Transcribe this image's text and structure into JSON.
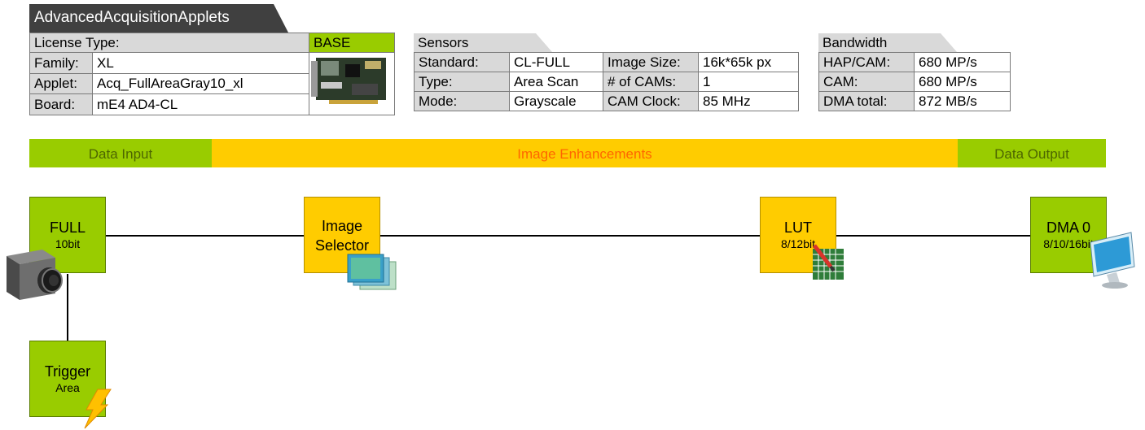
{
  "title": "AdvancedAcquisitionApplets",
  "license": {
    "label": "License Type:",
    "value": "BASE",
    "rows": [
      {
        "label": "Family:",
        "value": "XL"
      },
      {
        "label": "Applet:",
        "value": "Acq_FullAreaGray10_xl"
      },
      {
        "label": "Board:",
        "value": "mE4 AD4-CL"
      }
    ]
  },
  "sensors": {
    "header": "Sensors",
    "rows": [
      {
        "label": "Standard:",
        "value": "CL-FULL",
        "label2": "Image Size:",
        "value2": "16k*65k px"
      },
      {
        "label": "Type:",
        "value": "Area Scan",
        "label2": "# of CAMs:",
        "value2": "1"
      },
      {
        "label": "Mode:",
        "value": "Grayscale",
        "label2": "CAM Clock:",
        "value2": "85 MHz"
      }
    ]
  },
  "bandwidth": {
    "header": "Bandwidth",
    "rows": [
      {
        "label": "HAP/CAM:",
        "value": "680 MP/s"
      },
      {
        "label": "CAM:",
        "value": "680 MP/s"
      },
      {
        "label": "DMA total:",
        "value": "872 MB/s"
      }
    ]
  },
  "stages": {
    "input": "Data Input",
    "enhance": "Image Enhancements",
    "output": "Data Output"
  },
  "blocks": {
    "full": {
      "title": "FULL",
      "sub": "10bit"
    },
    "image_selector": {
      "title1": "Image",
      "title2": "Selector"
    },
    "lut": {
      "title": "LUT",
      "sub": "8/12bit"
    },
    "dma": {
      "title": "DMA 0",
      "sub": "8/10/16bit"
    },
    "trigger": {
      "title": "Trigger",
      "sub": "Area"
    }
  },
  "colors": {
    "green": "#99cc00",
    "yellow": "#ffcc00",
    "gray": "#d9d9d9",
    "title_bg": "#404040",
    "stage_text_green": "#4d6600",
    "stage_text_orange": "#ff6600"
  },
  "icons": [
    "board-photo-icon",
    "camera-icon",
    "image-stack-icon",
    "lut-grid-icon",
    "monitor-icon",
    "lightning-icon"
  ]
}
